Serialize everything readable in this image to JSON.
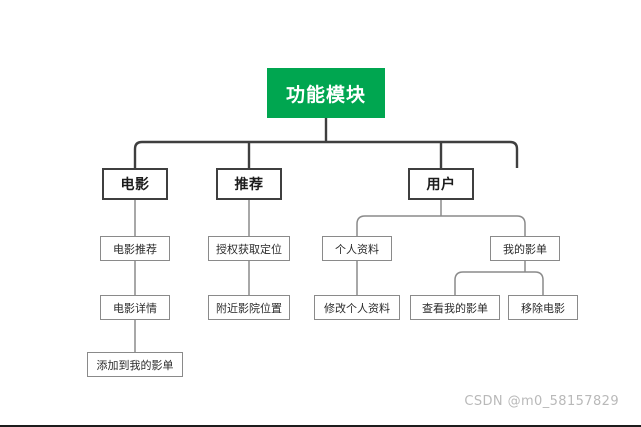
{
  "diagram": {
    "title": "功能模块",
    "type": "tree-diagram",
    "colors": {
      "root_fill": "#00a650",
      "root_text": "#ffffff",
      "level2_border": "#3f3f3f",
      "level3_border": "#8a8a8a",
      "edge_thick": "#3f3f3f",
      "edge_thin": "#8a8a8a",
      "background": "#ffffff",
      "watermark_text": "#b9b9b9"
    },
    "nodes": {
      "root": {
        "label": "功能模块"
      },
      "movie": {
        "label": "电影"
      },
      "recommend": {
        "label": "推荐"
      },
      "user": {
        "label": "用户"
      },
      "movie_recommend": {
        "label": "电影推荐"
      },
      "movie_detail": {
        "label": "电影详情"
      },
      "add_to_my_list": {
        "label": "添加到我的影单"
      },
      "auth_location": {
        "label": "授权获取定位"
      },
      "nearby_cinema": {
        "label": "附近影院位置"
      },
      "profile": {
        "label": "个人资料"
      },
      "my_list": {
        "label": "我的影单"
      },
      "edit_profile": {
        "label": "修改个人资料"
      },
      "view_my_list": {
        "label": "查看我的影单"
      },
      "remove_movie": {
        "label": "移除电影"
      }
    }
  },
  "watermark": {
    "text": "CSDN @m0_58157829"
  }
}
